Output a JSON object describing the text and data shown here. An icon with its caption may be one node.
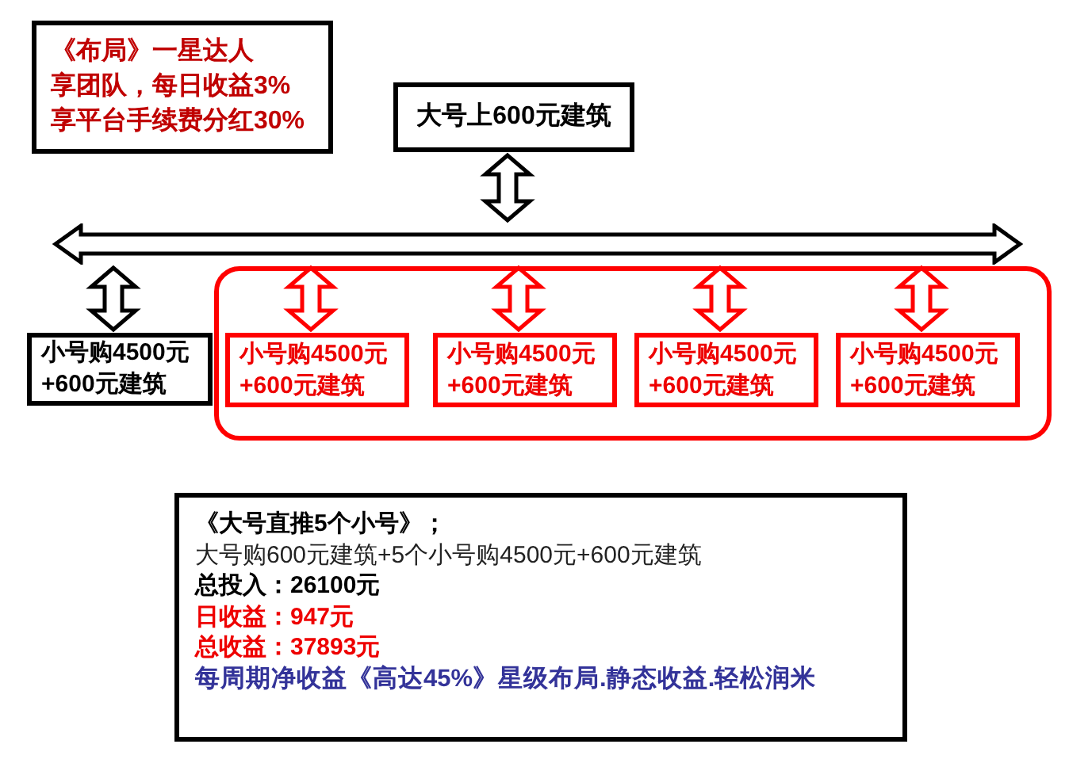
{
  "diagram": {
    "nodes": [
      {
        "text": [
          "《布局》一星达人",
          "享团队，每日收益3%",
          "享平台手续费分红30%"
        ]
      },
      {
        "text": [
          "大号上600元建筑"
        ]
      },
      {
        "text": [],
        "shape": "arrow"
      },
      {
        "text": [
          "小号购4500元+600元建筑"
        ]
      },
      {
        "text": [],
        "shape": "box"
      },
      {
        "text": [
          "小号购4500元+600元建筑"
        ],
        "in": 4
      },
      {
        "text": [
          "小号购4500元+600元建筑"
        ],
        "in": 4
      },
      {
        "text": [
          "小号购4500元+600元建筑"
        ],
        "in": 4
      },
      {
        "text": [
          "小号购4500元+600元建筑"
        ],
        "in": 4
      },
      {
        "text": [
          "《大号直推5个小号》；",
          "大号购600元建筑+5个小号购4500元+600元建筑",
          "总投入：26100元",
          "日收益：947元",
          "总收益：37893元",
          "每周期净收益《高达45%》星级布局.静态收益.轻松润米"
        ]
      }
    ],
    "edges": [
      {
        "from": 1,
        "to": 2,
        "arrow": "both",
        "color": "#000000"
      },
      {
        "from": 2,
        "to": 3,
        "arrow": "both",
        "color": "#000000"
      },
      {
        "from": 2,
        "to": 5,
        "arrow": "both"
      },
      {
        "from": 2,
        "to": 6,
        "arrow": "both"
      },
      {
        "from": 2,
        "to": 7,
        "arrow": "both"
      },
      {
        "from": 2,
        "to": 8,
        "arrow": "both"
      }
    ]
  }
}
